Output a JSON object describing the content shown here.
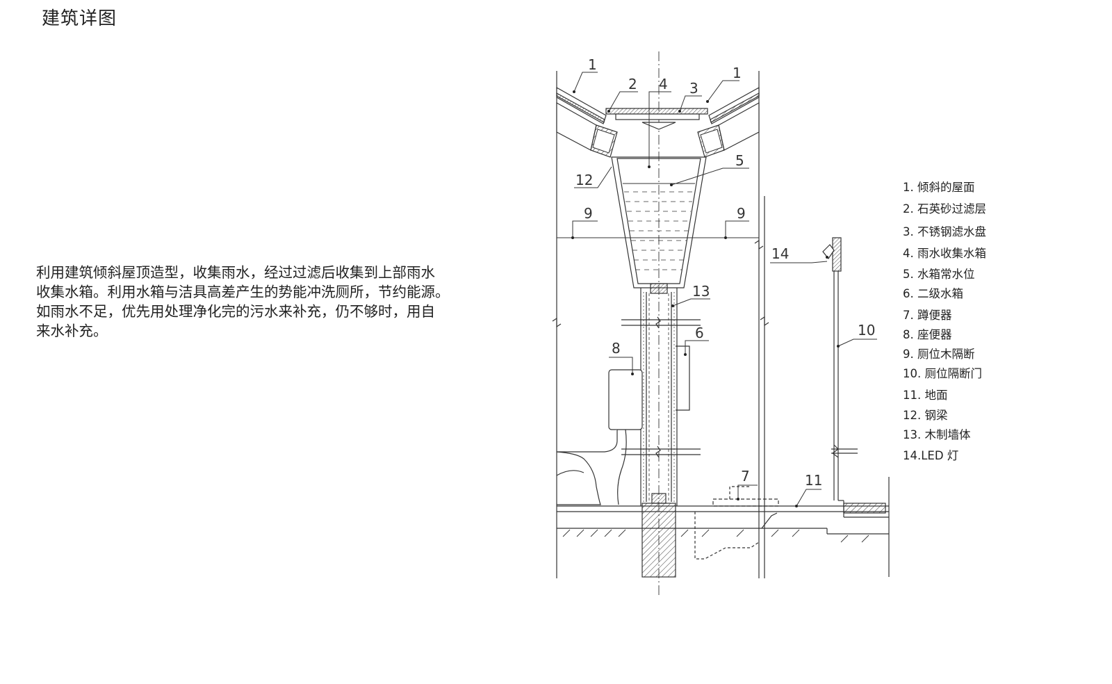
{
  "title": "建筑详图",
  "description": [
    "利用建筑倾斜屋顶造型，收集雨水，经过过滤后收集到上部雨水",
    "收集水箱。利用水箱与洁具高差产生的势能冲洗厕所，节约能源。",
    "如雨水不足，优先用处理净化完的污水来补充，仍不够时，用自",
    "来水补充。"
  ],
  "legend": [
    "1. 倾斜的屋面",
    "2. 石英砂过滤层",
    "3. 不锈钢滤水盘",
    "4. 雨水收集水箱",
    "5. 水箱常水位",
    "6. 二级水箱",
    "7. 蹲便器",
    "8. 座便器",
    "9. 厕位木隔断",
    "10. 厕位隔断门",
    "11. 地面",
    "12. 钢梁",
    "13. 木制墙体",
    "14.LED 灯"
  ],
  "callouts": {
    "c1a": "1",
    "c1b": "1",
    "c2": "2",
    "c3": "3",
    "c4": "4",
    "c5": "5",
    "c6": "6",
    "c7": "7",
    "c8": "8",
    "c9a": "9",
    "c9b": "9",
    "c10": "10",
    "c11": "11",
    "c12": "12",
    "c13": "13",
    "c14": "14"
  }
}
